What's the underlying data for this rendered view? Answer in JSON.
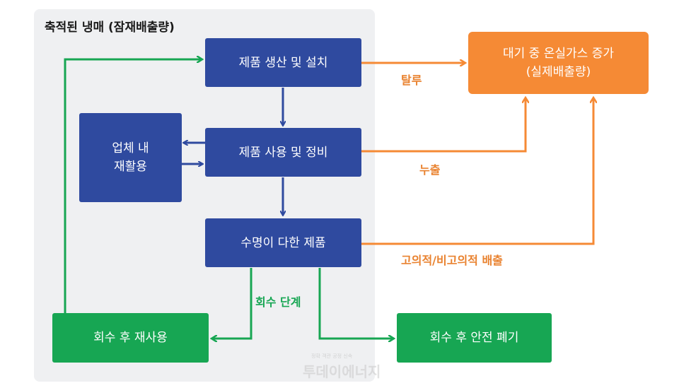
{
  "panel": {
    "title": "축적된 냉매 (잠재배출량)"
  },
  "boxes": {
    "production": "제품 생산 및 설치",
    "usage": "제품 사용 및 정비",
    "end_of_life": "수명이 다한 제품",
    "recycling": "업체 내\n재활용",
    "reuse": "회수 후 재사용",
    "disposal": "회수 후 안전 폐기",
    "atmosphere": "대기 중 온실가스 증가\n(실제배출량)"
  },
  "labels": {
    "escape": "탈루",
    "leak": "누출",
    "intentional": "고의적/비고의적 배출",
    "recovery": "회수 단계"
  },
  "watermark": {
    "brand": "투데이에너지",
    "tagline": "정확 객관 공정 신속"
  },
  "colors": {
    "blue": "#2f4a9f",
    "green": "#17a653",
    "orange": "#f58a35",
    "panel": "#eff0f2"
  }
}
